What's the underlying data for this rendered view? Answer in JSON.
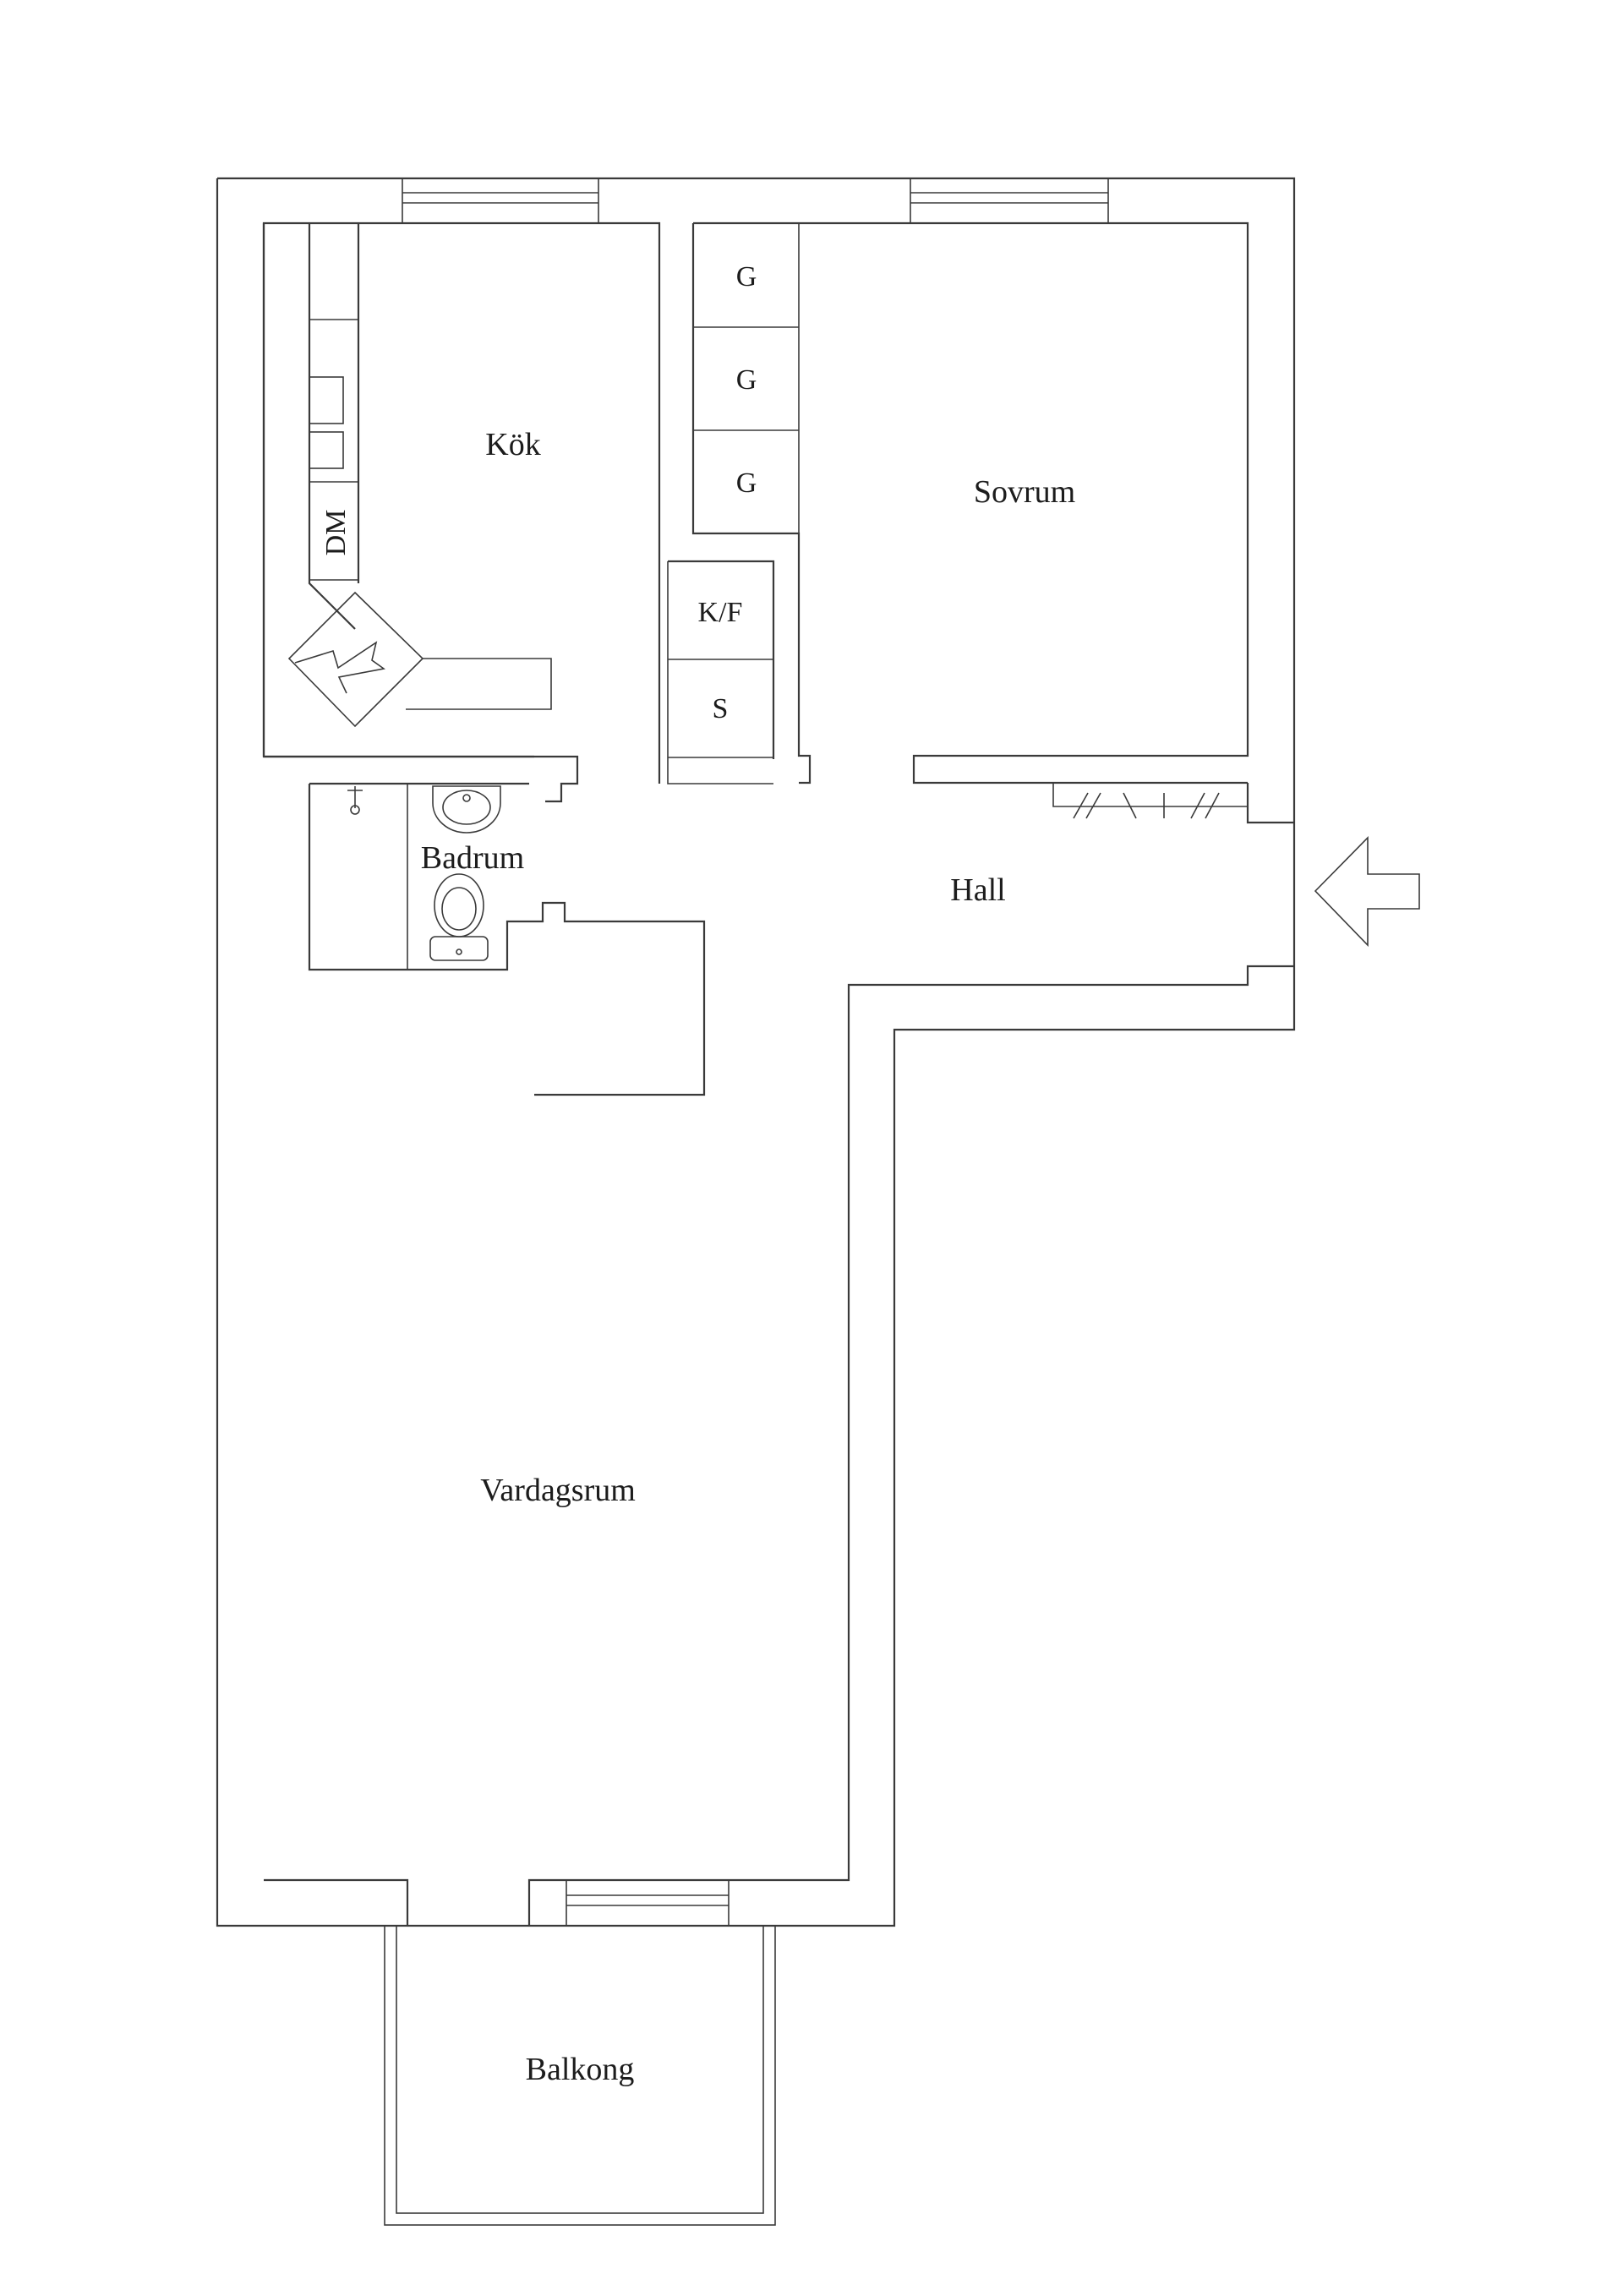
{
  "rooms": {
    "kitchen": "Kök",
    "bedroom": "Sovrum",
    "bathroom": "Badrum",
    "hall": "Hall",
    "living_room": "Vardagsrum",
    "balcony": "Balkong"
  },
  "fixtures": {
    "wardrobe_1": "G",
    "wardrobe_2": "G",
    "wardrobe_3": "G",
    "fridge_freezer": "K/F",
    "cabinet": "S",
    "dishwasher": "DM"
  },
  "icons": {
    "entrance": "arrow-left-icon",
    "chimney": "chimney-icon",
    "sink": "sink-icon",
    "toilet": "toilet-icon"
  },
  "colors": {
    "line": "#3a3a3a",
    "background": "#ffffff"
  }
}
